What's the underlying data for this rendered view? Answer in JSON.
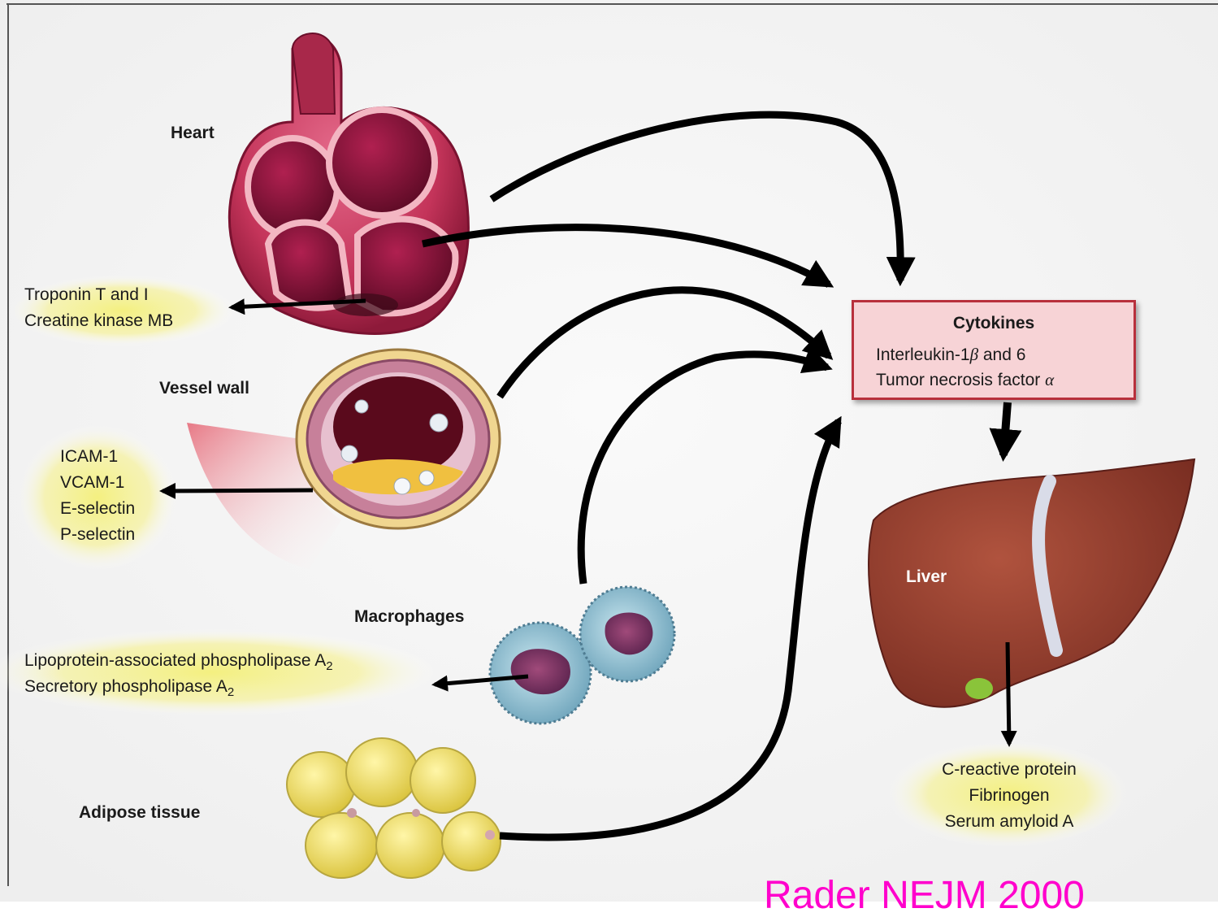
{
  "labels": {
    "heart": "Heart",
    "vessel_wall": "Vessel wall",
    "macrophages": "Macrophages",
    "adipose_tissue": "Adipose tissue",
    "liver": "Liver"
  },
  "markers": {
    "heart": [
      "Troponin T and I",
      "Creatine kinase MB"
    ],
    "vessel": [
      "ICAM-1",
      "VCAM-1",
      "E-selectin",
      "P-selectin"
    ],
    "macrophage": [
      "Lipoprotein-associated phospholipase A",
      "Secretory phospholipase A"
    ],
    "macrophage_subscript": "2",
    "liver": [
      "C-reactive protein",
      "Fibrinogen",
      "Serum amyloid A"
    ]
  },
  "cytokines": {
    "title": "Cytokines",
    "line1_prefix": "Interleukin-1",
    "line1_beta": "β",
    "line1_suffix": " and 6",
    "line2_prefix": "Tumor necrosis factor ",
    "line2_alpha": "α"
  },
  "citation": "Rader NEJM 2000",
  "colors": {
    "highlight": "#f4f07a",
    "cytokine_box_fill": "#f7d3d6",
    "cytokine_box_border": "#b8303c",
    "citation": "#ff00cc"
  }
}
